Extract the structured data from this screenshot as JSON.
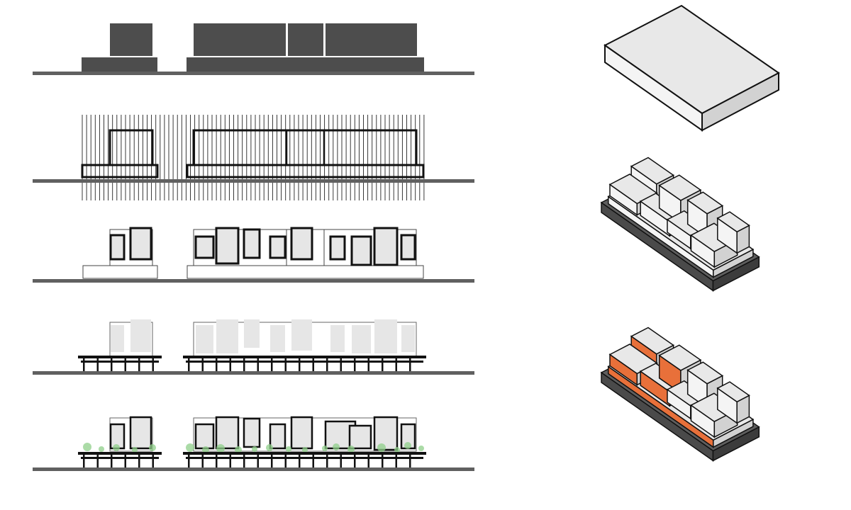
{
  "diagram": {
    "type": "architectural-massing-diagram",
    "elevation_steps": 5,
    "axonometric_views": 3
  },
  "colors": {
    "ground": "#606060",
    "mass_dark": "#4d4d4d",
    "outline": "#111111",
    "panel_fill": "#e6e6e6",
    "roof_light": "#e8e8e8",
    "side_light": "#f4f4f4",
    "side_dark": "#d2d2d2",
    "base_dark": "#5e5e5e",
    "accent_orange": "#e8703a",
    "tree_green": "#8fcf8a"
  }
}
